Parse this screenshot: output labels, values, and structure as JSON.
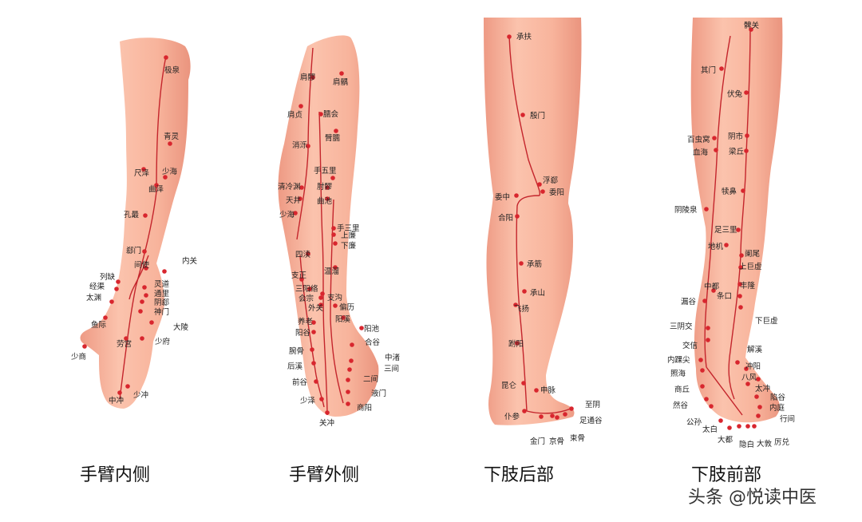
{
  "panels": [
    {
      "caption": "手臂内侧",
      "points": [
        {
          "label": "极泉"
        },
        {
          "label": "青灵"
        },
        {
          "label": "尺泽"
        },
        {
          "label": "少海"
        },
        {
          "label": "曲泽"
        },
        {
          "label": "孔最"
        },
        {
          "label": "郄门"
        },
        {
          "label": "间使"
        },
        {
          "label": "内关"
        },
        {
          "label": "列缺"
        },
        {
          "label": "经渠"
        },
        {
          "label": "太渊"
        },
        {
          "label": "灵道"
        },
        {
          "label": "通里"
        },
        {
          "label": "阴郄"
        },
        {
          "label": "神门"
        },
        {
          "label": "大陵"
        },
        {
          "label": "鱼际"
        },
        {
          "label": "少府"
        },
        {
          "label": "劳宫"
        },
        {
          "label": "少商"
        },
        {
          "label": "中冲"
        },
        {
          "label": "少冲"
        }
      ]
    },
    {
      "caption": "手臂外侧",
      "points": [
        {
          "label": "肩髎"
        },
        {
          "label": "肩髃"
        },
        {
          "label": "肩贞"
        },
        {
          "label": "臑会"
        },
        {
          "label": "臂臑"
        },
        {
          "label": "消泺"
        },
        {
          "label": "手五里"
        },
        {
          "label": "清冷渊"
        },
        {
          "label": "肘髎"
        },
        {
          "label": "天井"
        },
        {
          "label": "曲池"
        },
        {
          "label": "少海"
        },
        {
          "label": "手三里"
        },
        {
          "label": "上廉"
        },
        {
          "label": "下廉"
        },
        {
          "label": "四渎"
        },
        {
          "label": "温溜"
        },
        {
          "label": "支正"
        },
        {
          "label": "三阳络"
        },
        {
          "label": "会宗"
        },
        {
          "label": "支沟"
        },
        {
          "label": "外关"
        },
        {
          "label": "偏历"
        },
        {
          "label": "阳溪"
        },
        {
          "label": "养老"
        },
        {
          "label": "阳谷"
        },
        {
          "label": "阳池"
        },
        {
          "label": "合谷"
        },
        {
          "label": "腕骨"
        },
        {
          "label": "后溪"
        },
        {
          "label": "中渚"
        },
        {
          "label": "三间"
        },
        {
          "label": "二间"
        },
        {
          "label": "前谷"
        },
        {
          "label": "液门"
        },
        {
          "label": "少泽"
        },
        {
          "label": "商阳"
        },
        {
          "label": "关冲"
        }
      ]
    },
    {
      "caption": "下肢后部",
      "points": [
        {
          "label": "承扶"
        },
        {
          "label": "殷门"
        },
        {
          "label": "浮郄"
        },
        {
          "label": "委阳"
        },
        {
          "label": "委中"
        },
        {
          "label": "合阳"
        },
        {
          "label": "承筋"
        },
        {
          "label": "承山"
        },
        {
          "label": "飞扬"
        },
        {
          "label": "跗阳"
        },
        {
          "label": "昆仑"
        },
        {
          "label": "申脉"
        },
        {
          "label": "仆参"
        },
        {
          "label": "至阴"
        },
        {
          "label": "足通谷"
        },
        {
          "label": "束骨"
        },
        {
          "label": "金门"
        },
        {
          "label": "京骨"
        }
      ]
    },
    {
      "caption": "下肢前部",
      "points": [
        {
          "label": "髀关"
        },
        {
          "label": "其门"
        },
        {
          "label": "伏兔"
        },
        {
          "label": "百虫窝"
        },
        {
          "label": "阴市"
        },
        {
          "label": "血海"
        },
        {
          "label": "梁丘"
        },
        {
          "label": "犊鼻"
        },
        {
          "label": "阴陵泉"
        },
        {
          "label": "足三里"
        },
        {
          "label": "地机"
        },
        {
          "label": "阑尾"
        },
        {
          "label": "上巨虚"
        },
        {
          "label": "中都"
        },
        {
          "label": "丰隆"
        },
        {
          "label": "条口"
        },
        {
          "label": "漏谷"
        },
        {
          "label": "下巨虚"
        },
        {
          "label": "三阴交"
        },
        {
          "label": "交信"
        },
        {
          "label": "解溪"
        },
        {
          "label": "内踝尖"
        },
        {
          "label": "冲阳"
        },
        {
          "label": "照海"
        },
        {
          "label": "八风"
        },
        {
          "label": "商丘"
        },
        {
          "label": "太冲"
        },
        {
          "label": "陷谷"
        },
        {
          "label": "然谷"
        },
        {
          "label": "内庭"
        },
        {
          "label": "公孙"
        },
        {
          "label": "行间"
        },
        {
          "label": "太白"
        },
        {
          "label": "大都"
        },
        {
          "label": "隐白"
        },
        {
          "label": "大敦"
        },
        {
          "label": "厉兑"
        }
      ]
    }
  ],
  "watermark": "头条 @悦读中医",
  "colors": {
    "skin": "#f7b39b",
    "skin_shade": "#ee9c86",
    "meridian": "#c4252c",
    "point": "#d8262e"
  }
}
